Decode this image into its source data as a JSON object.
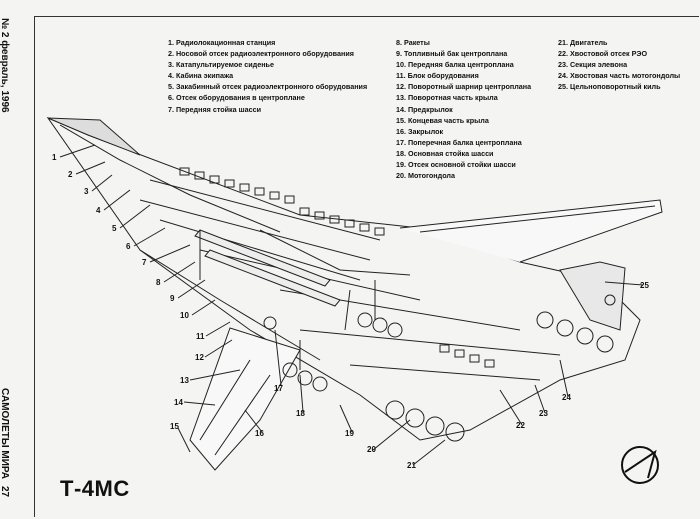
{
  "magazine": {
    "issue": "№ 2 февраль, 1996",
    "name": "САМОЛЕТЫ МИРА",
    "page": "27"
  },
  "title": "Т-4МС",
  "legend": {
    "col1": [
      "1. Радиолокационная станция",
      "2. Носовой отсек радиоэлектронного оборудования",
      "3. Катапультируемое сиденье",
      "4. Кабина экипажа",
      "5. Закабинный отсек радиоэлектронного оборудования",
      "6. Отсек оборудования в центроплане",
      "7. Передняя стойка шасси"
    ],
    "col2": [
      "8. Ракеты",
      "9. Топливный бак центроплана",
      "10. Передняя балка центроплана",
      "11. Блок оборудования",
      "12. Поворотный шарнир центроплана",
      "13. Поворотная часть крыла",
      "14. Предкрылок",
      "15. Концевая часть крыла",
      "16. Закрылок",
      "17. Поперечная балка центроплана",
      "18. Основная стойка шасси",
      "19. Отсек основной стойки шасси",
      "20. Мотогондола"
    ],
    "col3": [
      "21. Двигатель",
      "22. Хвостовой отсек РЭО",
      "23. Секция элевона",
      "24. Хвостовая часть мотогондолы",
      "25. Цельноповоротный киль"
    ]
  },
  "callouts": [
    "1",
    "2",
    "3",
    "4",
    "5",
    "6",
    "7",
    "8",
    "9",
    "10",
    "11",
    "12",
    "13",
    "14",
    "15",
    "16",
    "17",
    "18",
    "19",
    "20",
    "21",
    "22",
    "23",
    "24",
    "25"
  ]
}
